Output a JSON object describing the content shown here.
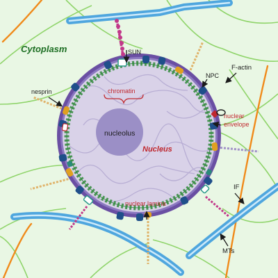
{
  "labels": {
    "cytoplasm": "Cytoplasm",
    "nucleus": "Nucleus",
    "nucleolus": "nucleolus",
    "chromatin": "chromatin",
    "sun": "SUN",
    "nesprin": "nesprin",
    "npc": "NPC",
    "f_actin": "F-actin",
    "nuclear_envelope_line1": "nuclear",
    "nuclear_envelope_line2": "envelope",
    "nuclear_lamina": "nuclear lamina",
    "if": "IF",
    "mts": "MTs"
  },
  "colors": {
    "background": "#e9f7e4",
    "f_actin": "#8fd46a",
    "microtubule": "#4fa6de",
    "microtubule_core": "#cdeafa",
    "intermediate_filament": "#f08a1a",
    "envelope": "#6a4fa3",
    "nucleoplasm": "#d9d2e8",
    "nucleolus": "#9b8fc6",
    "lamina": "#2f8a3a",
    "npc": "#1f4f8a",
    "nesprin_bead": "#e0b36a",
    "sun_knob": "#c2388a",
    "cytoplasm_text": "#1c6e22",
    "red_text": "#c0282e",
    "dark_text": "#1a1a1a"
  },
  "icons": [
    "arrow-icon",
    "bracket-icon",
    "npc-icon",
    "sun-protein-icon",
    "nesprin-chain-icon"
  ]
}
